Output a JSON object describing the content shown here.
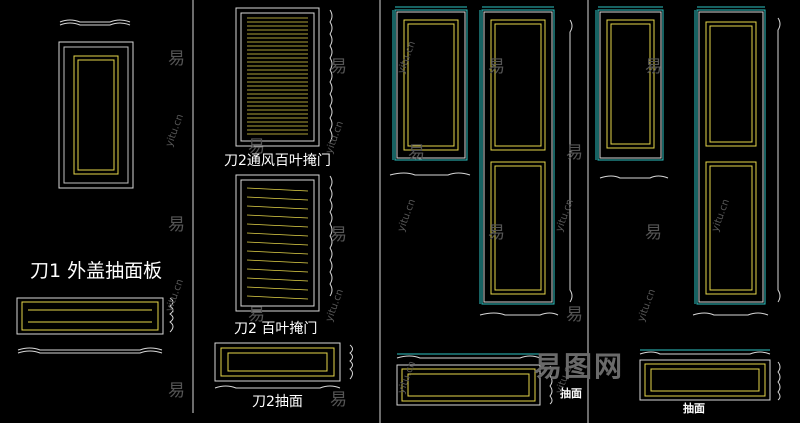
{
  "colors": {
    "background": "#000000",
    "frame": "#d8d8d8",
    "panel": "#e6d64a",
    "dimension": "#2ec4c4",
    "label": "#ffffff",
    "watermark": "#4a4a4a"
  },
  "labels": {
    "outer_drawer_face": "刀1 外盖抽面板",
    "louver_vent_door": "刀2通风百叶掩门",
    "louver_door": "刀2 百叶掩门",
    "drawer_face_2": "刀2抽面",
    "drawer_face_a": "抽面",
    "drawer_face_b": "抽面"
  },
  "watermark": {
    "char": "易",
    "site": "yitu.cn",
    "logo": "易图网"
  }
}
